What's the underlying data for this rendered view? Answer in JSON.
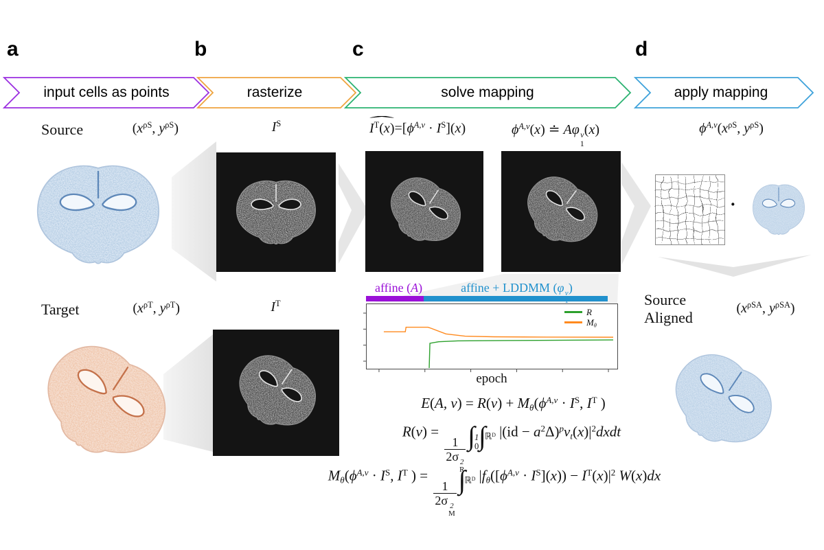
{
  "panel_letters": [
    "a",
    "b",
    "c",
    "d"
  ],
  "banners": [
    {
      "label": "input cells as points",
      "color": "#9b2fe0"
    },
    {
      "label": "rasterize",
      "color": "#efa33e"
    },
    {
      "label": "solve mapping",
      "color": "#2bb271"
    },
    {
      "label": "apply mapping",
      "color": "#3ea2da"
    }
  ],
  "a": {
    "source_label": "Source",
    "source_coords": [
      {
        "v": "("
      },
      {
        "v": "x",
        "i": 1
      },
      {
        "v": "ρS",
        "s": "sup"
      },
      {
        "v": ", "
      },
      {
        "v": "y",
        "i": 1
      },
      {
        "v": "ρS",
        "s": "sup"
      },
      {
        "v": ")"
      }
    ],
    "target_label": "Target",
    "target_coords": [
      {
        "v": "("
      },
      {
        "v": "x",
        "i": 1
      },
      {
        "v": "ρT",
        "s": "sup"
      },
      {
        "v": ", "
      },
      {
        "v": "y",
        "i": 1
      },
      {
        "v": "ρT",
        "s": "sup"
      },
      {
        "v": ")"
      }
    ]
  },
  "b": {
    "is_label": [
      {
        "v": "I",
        "i": 1
      },
      {
        "v": "S",
        "s": "sup"
      }
    ],
    "it_label": [
      {
        "v": "I",
        "i": 1
      },
      {
        "v": "T",
        "s": "sup"
      }
    ]
  },
  "c": {
    "formula_hat": [
      {
        "v": "I",
        "i": 1
      },
      {
        "v": "T",
        "s": "sup"
      },
      {
        "v": "("
      },
      {
        "v": "x",
        "i": 1
      },
      {
        "v": ")"
      }
    ],
    "formula_hat_rest": [
      {
        "v": "=["
      },
      {
        "v": "ϕ",
        "i": 1
      },
      {
        "v": "A,v",
        "s": "sup",
        "i": 1
      },
      {
        "v": " · "
      },
      {
        "v": "I",
        "i": 1
      },
      {
        "v": "S",
        "s": "sup"
      },
      {
        "v": "]("
      },
      {
        "v": "x",
        "i": 1
      },
      {
        "v": ")"
      }
    ],
    "formula_phi": [
      {
        "v": "ϕ",
        "i": 1
      },
      {
        "v": "A,v",
        "s": "sup",
        "i": 1
      },
      {
        "v": "("
      },
      {
        "v": "x",
        "i": 1
      },
      {
        "v": ") ≐ "
      },
      {
        "v": "A",
        "i": 1
      },
      {
        "v": "φ",
        "i": 1
      },
      {
        "ss": [
          "v",
          "1"
        ]
      },
      {
        "v": "("
      },
      {
        "v": "x",
        "i": 1
      },
      {
        "v": ")"
      }
    ],
    "phase1": {
      "label": [
        {
          "v": "affine ("
        },
        {
          "v": "A",
          "i": 1
        },
        {
          "v": ")"
        }
      ],
      "color": "#9a10d8"
    },
    "phase2": {
      "label": [
        {
          "v": "affine + LDDMM ("
        },
        {
          "v": "φ",
          "i": 1
        },
        {
          "ss": [
            "v",
            "1"
          ]
        },
        {
          "v": ")"
        }
      ],
      "color": "#2191cd"
    },
    "eq_energy": [
      {
        "v": "E",
        "i": 1
      },
      {
        "v": "("
      },
      {
        "v": "A, v",
        "i": 1
      },
      {
        "v": ") = "
      },
      {
        "v": "R",
        "i": 1
      },
      {
        "v": "("
      },
      {
        "v": "v",
        "i": 1
      },
      {
        "v": ") + "
      },
      {
        "v": "M",
        "i": 1
      },
      {
        "v": "θ",
        "s": "sub",
        "i": 1
      },
      {
        "v": "("
      },
      {
        "v": "ϕ",
        "i": 1
      },
      {
        "v": "A,v",
        "s": "sup",
        "i": 1
      },
      {
        "v": " · "
      },
      {
        "v": "I",
        "i": 1
      },
      {
        "v": "S",
        "s": "sup"
      },
      {
        "v": ", "
      },
      {
        "v": "I",
        "i": 1
      },
      {
        "v": "T",
        "s": "sup"
      },
      {
        "v": " )"
      }
    ],
    "eq_regularization": [
      {
        "v": "R",
        "i": 1
      },
      {
        "v": "("
      },
      {
        "v": "v",
        "i": 1
      },
      {
        "v": ") = "
      },
      {
        "f": {
          "n": [
            {
              "v": "1"
            }
          ],
          "d": [
            {
              "v": "2σ"
            },
            {
              "ss": [
                "2",
                "R"
              ]
            }
          ]
        }
      },
      {
        "v": "∫",
        "big": 1
      },
      {
        "ss": [
          "1",
          "0"
        ]
      },
      {
        "v": "∫",
        "big": 1
      },
      {
        "v": "ℝᴰ",
        "s": "sub"
      },
      {
        "v": " |(id − "
      },
      {
        "v": "a",
        "i": 1
      },
      {
        "v": "2",
        "s": "sup"
      },
      {
        "v": "Δ)"
      },
      {
        "v": "p",
        "s": "sup",
        "i": 1
      },
      {
        "v": "v",
        "i": 1
      },
      {
        "v": "t",
        "s": "sub",
        "i": 1
      },
      {
        "v": "("
      },
      {
        "v": "x",
        "i": 1
      },
      {
        "v": ")|"
      },
      {
        "v": "2",
        "s": "sup"
      },
      {
        "v": "dxdt",
        "i": 1
      }
    ],
    "eq_matching": [
      {
        "v": "M",
        "i": 1
      },
      {
        "v": "θ",
        "s": "sub",
        "i": 1
      },
      {
        "v": "("
      },
      {
        "v": "ϕ",
        "i": 1
      },
      {
        "v": "A,v",
        "s": "sup",
        "i": 1
      },
      {
        "v": " · "
      },
      {
        "v": "I",
        "i": 1
      },
      {
        "v": "S",
        "s": "sup"
      },
      {
        "v": ", "
      },
      {
        "v": "I",
        "i": 1
      },
      {
        "v": "T",
        "s": "sup"
      },
      {
        "v": " ) = "
      },
      {
        "f": {
          "n": [
            {
              "v": "1"
            }
          ],
          "d": [
            {
              "v": "2σ"
            },
            {
              "ss": [
                "2",
                "M"
              ]
            }
          ]
        }
      },
      {
        "v": "∫",
        "big": 1
      },
      {
        "v": "ℝᴰ",
        "s": "sub"
      },
      {
        "v": " |"
      },
      {
        "v": "f",
        "i": 1
      },
      {
        "v": "θ",
        "s": "sub",
        "i": 1
      },
      {
        "v": "(["
      },
      {
        "v": "ϕ",
        "i": 1
      },
      {
        "v": "A,v",
        "s": "sup",
        "i": 1
      },
      {
        "v": " · "
      },
      {
        "v": "I",
        "i": 1
      },
      {
        "v": "S",
        "s": "sup"
      },
      {
        "v": "]("
      },
      {
        "v": "x",
        "i": 1
      },
      {
        "v": ")) − "
      },
      {
        "v": "I",
        "i": 1
      },
      {
        "v": "T",
        "s": "sup"
      },
      {
        "v": "("
      },
      {
        "v": "x",
        "i": 1
      },
      {
        "v": ")|"
      },
      {
        "v": "2",
        "s": "sup"
      },
      {
        "v": " "
      },
      {
        "v": "W",
        "i": 1
      },
      {
        "v": "("
      },
      {
        "v": "x",
        "i": 1
      },
      {
        "v": ")"
      },
      {
        "v": "dx",
        "i": 1
      }
    ]
  },
  "d": {
    "formula": [
      {
        "v": "ϕ",
        "i": 1
      },
      {
        "v": "A,v",
        "s": "sup",
        "i": 1
      },
      {
        "v": "("
      },
      {
        "v": "x",
        "i": 1
      },
      {
        "v": "ρS",
        "s": "sup"
      },
      {
        "v": ", "
      },
      {
        "v": "y",
        "i": 1
      },
      {
        "v": "ρS",
        "s": "sup"
      },
      {
        "v": ")"
      }
    ],
    "dot": "·",
    "aligned_label_line1": "Source",
    "aligned_label_line2": "Aligned",
    "aligned_coords": [
      {
        "v": "("
      },
      {
        "v": "x",
        "i": 1
      },
      {
        "v": "ρSA",
        "s": "sup"
      },
      {
        "v": ", "
      },
      {
        "v": "y",
        "i": 1
      },
      {
        "v": "ρSA",
        "s": "sup"
      },
      {
        "v": ")"
      }
    ]
  },
  "chart_data": {
    "type": "line",
    "title": "",
    "xlabel": "epoch",
    "ylabel": "",
    "x_range": [
      0,
      1
    ],
    "ylim": [
      0,
      1
    ],
    "grid": false,
    "legend_position": "upper right",
    "xticks_count": 6,
    "yticks_count": 4,
    "phases": [
      {
        "name": "affine (A)",
        "span": [
          0.0,
          0.23
        ],
        "color": "#9a10d8"
      },
      {
        "name": "affine + LDDMM (phi_1^v)",
        "span": [
          0.23,
          1.0
        ],
        "color": "#2191cd"
      }
    ],
    "series": [
      {
        "name": "R",
        "color": "#2ca02c",
        "points": [
          [
            0.23,
            0.0
          ],
          [
            0.233,
            0.41
          ],
          [
            0.27,
            0.435
          ],
          [
            0.35,
            0.45
          ],
          [
            0.55,
            0.455
          ],
          [
            0.75,
            0.46
          ],
          [
            1.0,
            0.465
          ]
        ],
        "legend": [
          {
            "v": "R",
            "i": 1
          }
        ]
      },
      {
        "name": "Mθ",
        "color": "#ff8a1e",
        "points": [
          [
            0.04,
            0.6
          ],
          [
            0.13,
            0.6
          ],
          [
            0.133,
            0.675
          ],
          [
            0.225,
            0.675
          ],
          [
            0.24,
            0.655
          ],
          [
            0.3,
            0.565
          ],
          [
            0.38,
            0.528
          ],
          [
            0.5,
            0.517
          ],
          [
            0.72,
            0.512
          ],
          [
            1.0,
            0.51
          ]
        ],
        "legend": [
          {
            "v": "M",
            "i": 1
          },
          {
            "v": "θ",
            "s": "sub",
            "i": 1
          }
        ]
      }
    ]
  }
}
